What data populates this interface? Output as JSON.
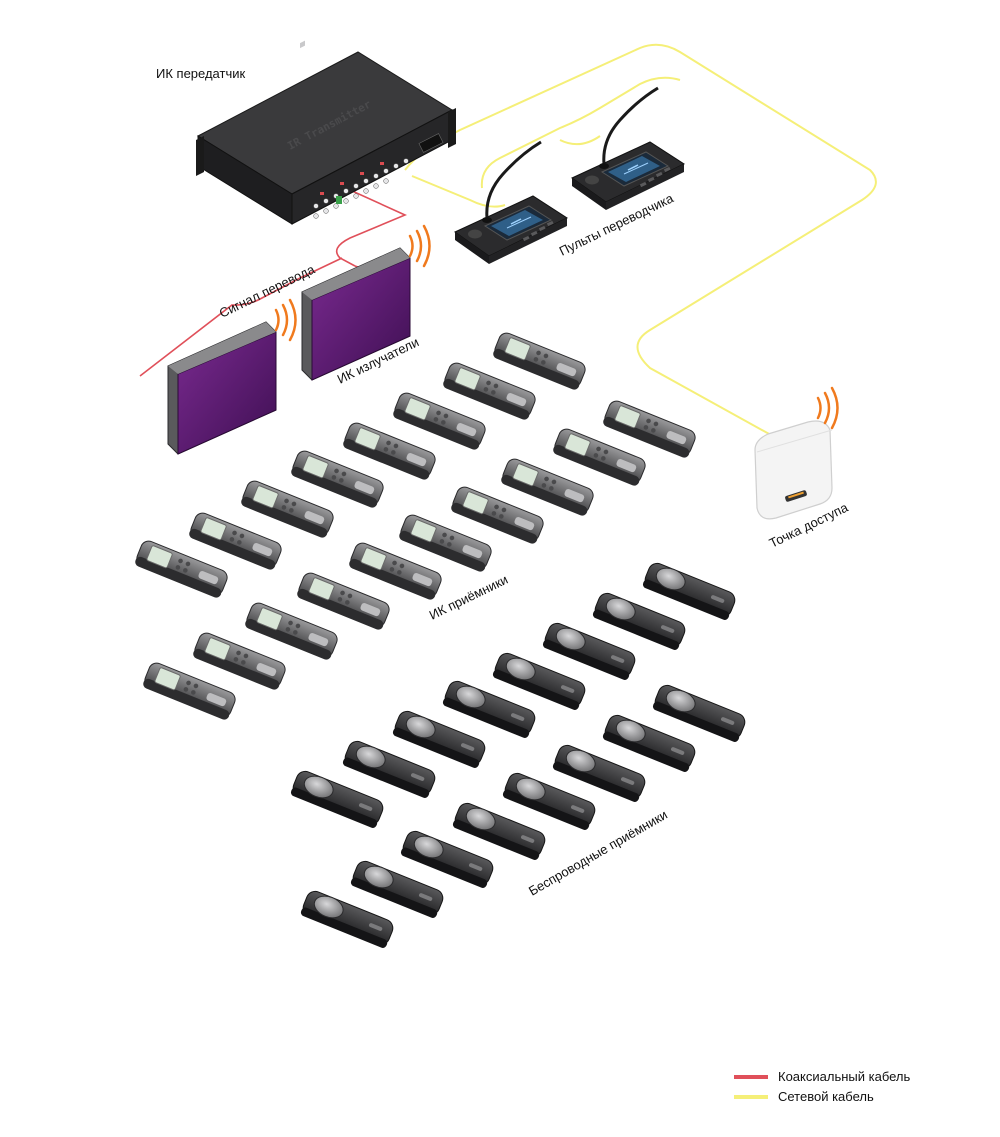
{
  "labels": {
    "ir_transmitter": "ИК передатчик",
    "translation_signal": "Сигнал перевода",
    "ir_radiators": "ИК излучатели",
    "interpreter_consoles": "Пульты переводчика",
    "access_point": "Точка доступа",
    "ir_receivers": "ИК приёмники",
    "wireless_receivers": "Беспроводные приёмники"
  },
  "device_text": {
    "transmitter_front": "IR Transmitter"
  },
  "legend": [
    {
      "label": "Коаксиальный кабель",
      "color": "#e0505a"
    },
    {
      "label": "Сетевой кабель",
      "color": "#f5ef78"
    }
  ],
  "colors": {
    "coax": "#e0505a",
    "network": "#f5ef78",
    "radiator_panel": "#5a1a6e",
    "signal_waves": "#f07a1e",
    "device_dark": "#2b2b2d"
  }
}
